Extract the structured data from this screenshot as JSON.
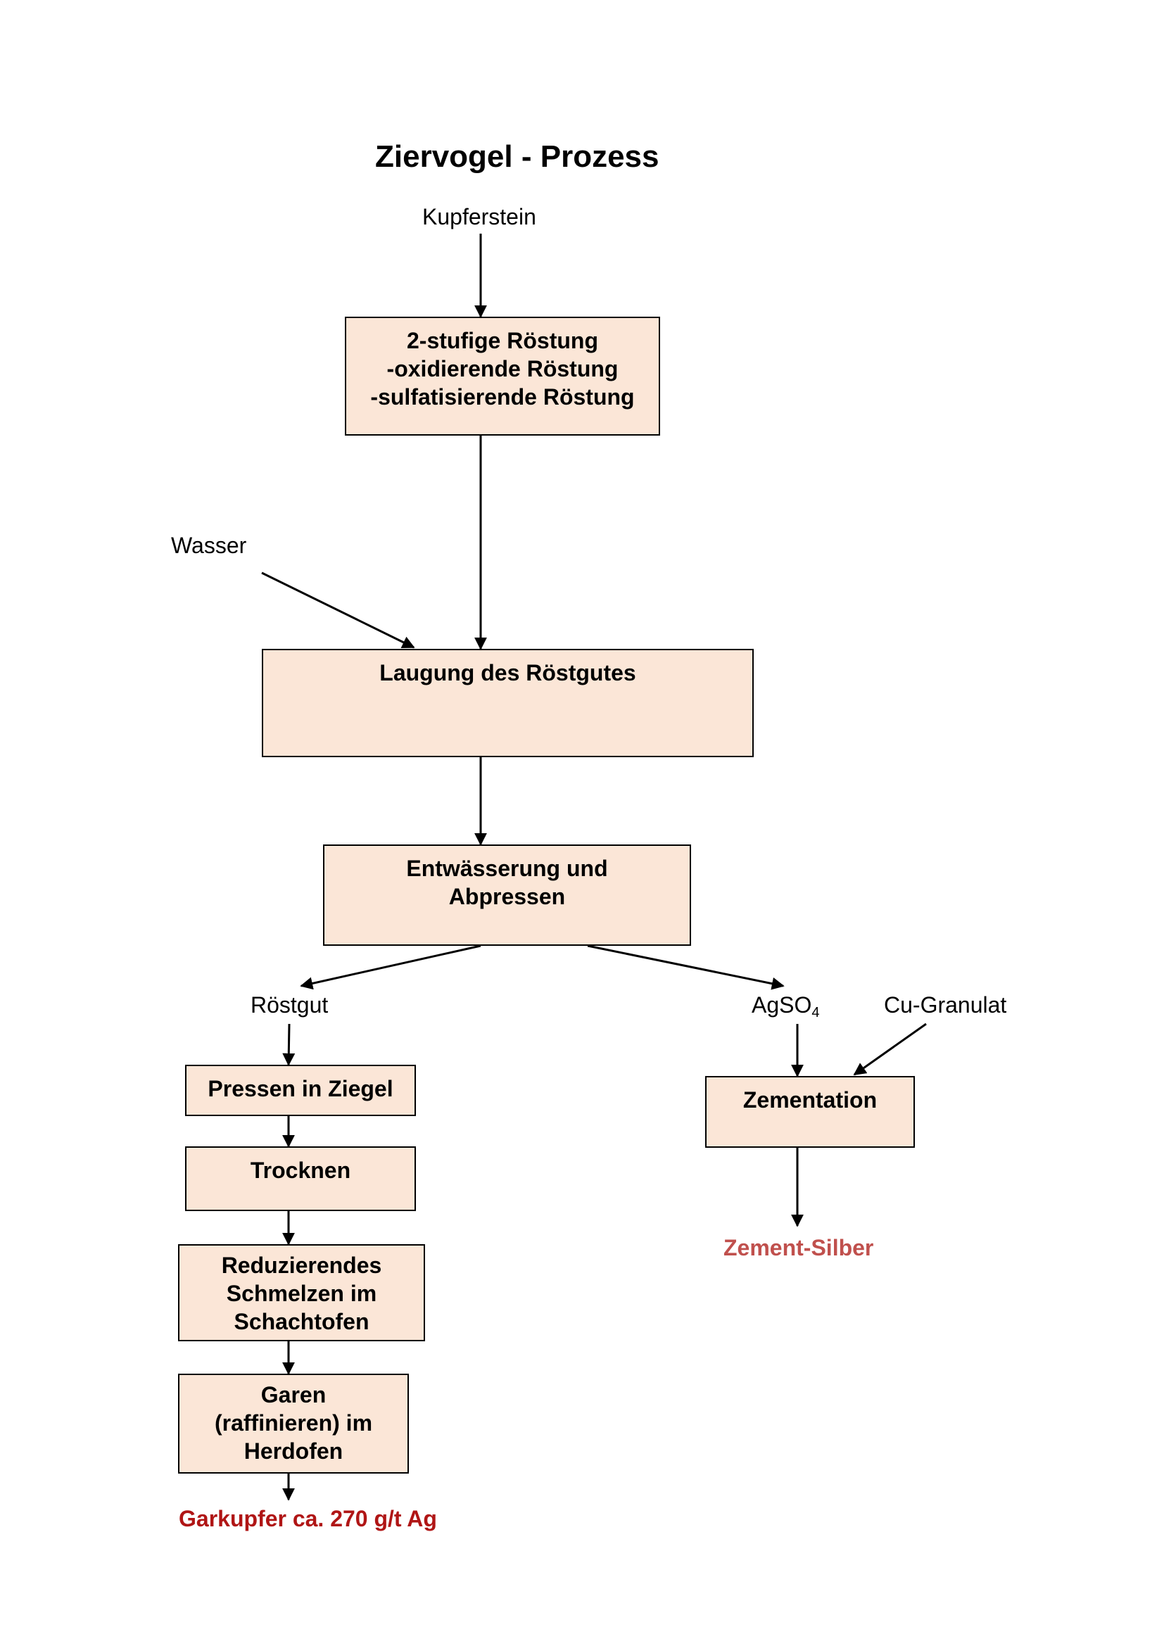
{
  "title": "Ziervogel - Prozess",
  "inputs": {
    "kupferstein": "Kupferstein",
    "wasser": "Wasser",
    "cu_granulat": "Cu-Granulat"
  },
  "intermediates": {
    "roestgut": "Röstgut",
    "agso4_main": "AgSO",
    "agso4_sub": "4"
  },
  "boxes": {
    "roestung": [
      "2-stufige Röstung",
      "-oxidierende Röstung",
      "-sulfatisierende Röstung"
    ],
    "laugung": [
      "Laugung des Röstgutes"
    ],
    "entwaesserung": [
      "Entwässerung und",
      "Abpressen"
    ],
    "pressen": [
      "Pressen in Ziegel"
    ],
    "trocknen": [
      "Trocknen"
    ],
    "schmelzen": [
      "Reduzierendes",
      "Schmelzen im",
      "Schachtofen"
    ],
    "garen": [
      "Garen",
      "(raffinieren) im",
      "Herdofen"
    ],
    "zementation": [
      "Zementation"
    ]
  },
  "outputs": {
    "garkupfer": "Garkupfer ca. 270 g/t Ag",
    "zement_silber": "Zement-Silber"
  },
  "colors": {
    "box_fill": "#fbe6d7",
    "garkupfer": "#b01515",
    "zement_silber": "#c0504d"
  }
}
